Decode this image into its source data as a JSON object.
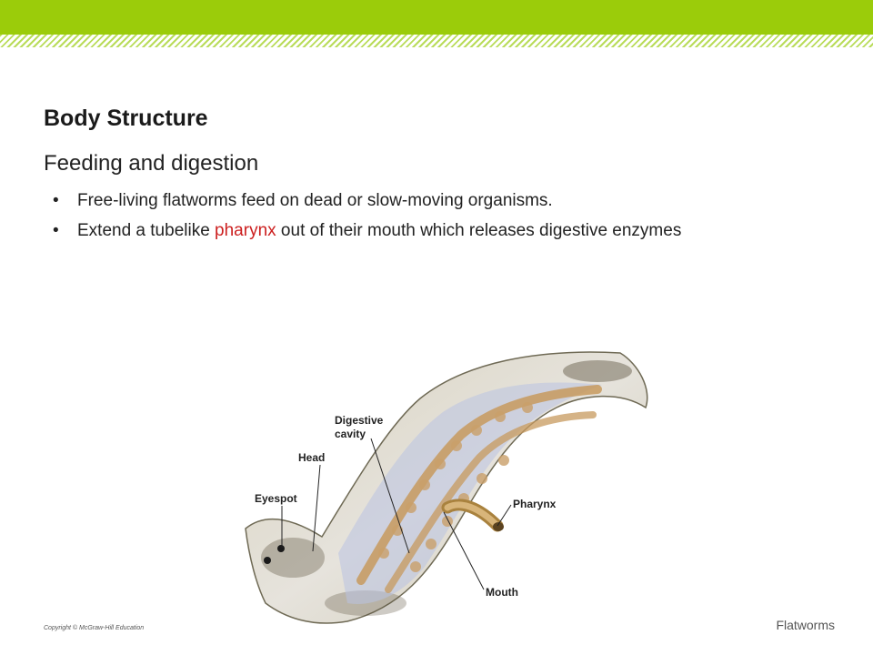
{
  "slide": {
    "title": "Body Structure",
    "subtitle": "Feeding and digestion",
    "bullets": [
      {
        "text": "Free-living flatworms feed on dead or slow-moving organisms."
      },
      {
        "before": "Extend a tubelike ",
        "highlight": "pharynx",
        "after": " out of their mouth which releases digestive enzymes"
      }
    ],
    "highlight_color": "#cc1f1f",
    "accent_color": "#9bcc0a"
  },
  "figure": {
    "labels": {
      "digestive_cavity_line1": "Digestive",
      "digestive_cavity_line2": "cavity",
      "head": "Head",
      "eyespot": "Eyespot",
      "pharynx": "Pharynx",
      "mouth": "Mouth"
    }
  },
  "footer": {
    "copyright": "Copyright © McGraw-Hill Education",
    "topic": "Flatworms"
  }
}
